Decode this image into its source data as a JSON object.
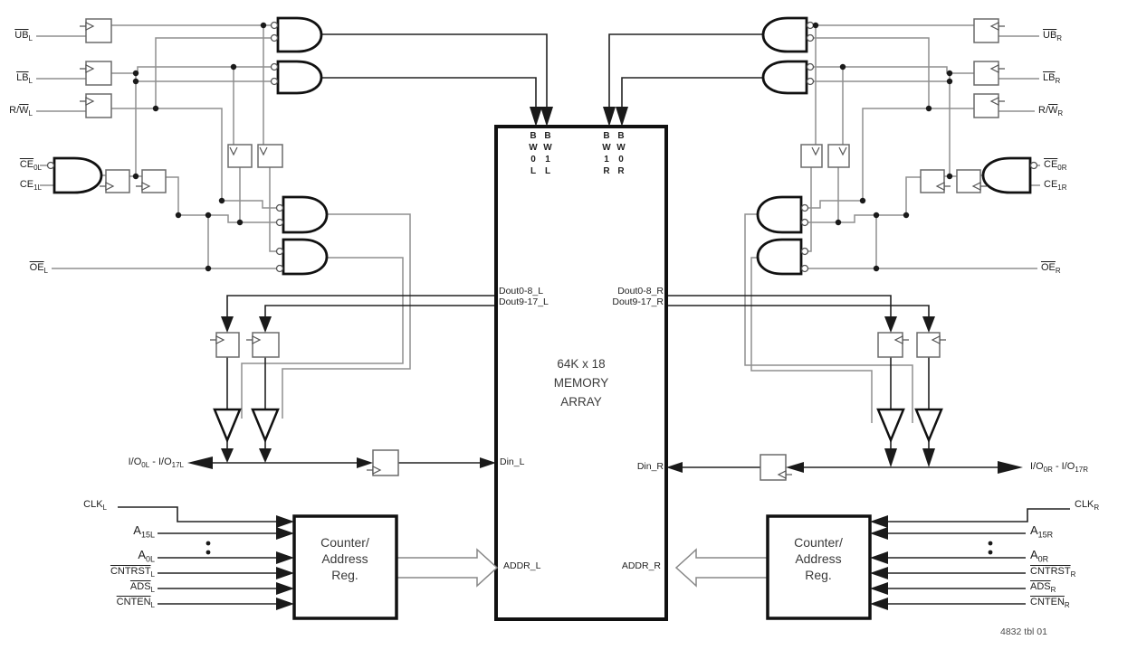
{
  "diagram": {
    "caption": "4832 tbl 01",
    "colors": {
      "wire_gray": "#8f8f8f",
      "line_dark": "#222222",
      "block_border": "#111111"
    },
    "memory": {
      "title": "64K x 18\nMEMORY\nARRAY",
      "ports": {
        "bw0l": "B W 0 L",
        "bw1l": "B W 1 L",
        "bw1r": "B W 1 R",
        "bw0r": "B W 0 R",
        "dout08_l": "Dout0-8_L",
        "dout917_l": "Dout9-17_L",
        "dout08_r": "Dout0-8_R",
        "dout917_r": "Dout9-17_R",
        "din_l": "Din_L",
        "din_r": "Din_R",
        "addr_l": "ADDR_L",
        "addr_r": "ADDR_R"
      }
    },
    "counter_left": {
      "label": "Counter/\nAddress\nReg."
    },
    "counter_right": {
      "label": "Counter/\nAddress\nReg."
    },
    "left": {
      "ub": {
        "ov": "UB",
        "sub": "L"
      },
      "lb": {
        "ov": "LB",
        "sub": "L"
      },
      "rw": {
        "pre": "R/",
        "ov": "W",
        "sub": "L"
      },
      "ce0": {
        "ov": "CE",
        "sub": "0L"
      },
      "ce1": {
        "pre": "CE",
        "sub": "1L"
      },
      "oe": {
        "ov": "OE",
        "sub": "L"
      },
      "io": {
        "p1": "I/O",
        "s1": "0L",
        "p2": " - I/O",
        "s2": "17L"
      },
      "clk": {
        "pre": "CLK",
        "sub": "L"
      },
      "a15": {
        "pre": "A",
        "sub": "15L"
      },
      "a0": {
        "pre": "A",
        "sub": "0L"
      },
      "cntrst": {
        "ov": "CNTRST",
        "sub": "L"
      },
      "ads": {
        "ov": "ADS",
        "sub": "L"
      },
      "cnten": {
        "ov": "CNTEN",
        "sub": "L"
      }
    },
    "right": {
      "ub": {
        "ov": "UB",
        "sub": "R"
      },
      "lb": {
        "ov": "LB",
        "sub": "R"
      },
      "rw": {
        "pre": "R/",
        "ov": "W",
        "sub": "R"
      },
      "ce0": {
        "ov": "CE",
        "sub": "0R"
      },
      "ce1": {
        "pre": "CE",
        "sub": "1R"
      },
      "oe": {
        "ov": "OE",
        "sub": "R"
      },
      "io": {
        "p1": "I/O",
        "s1": "0R",
        "p2": " - I/O",
        "s2": "17R"
      },
      "clk": {
        "pre": "CLK",
        "sub": "R"
      },
      "a15": {
        "pre": "A",
        "sub": "15R"
      },
      "a0": {
        "pre": "A",
        "sub": "0R"
      },
      "cntrst": {
        "ov": "CNTRST",
        "sub": "R"
      },
      "ads": {
        "ov": "ADS",
        "sub": "R"
      },
      "cnten": {
        "ov": "CNTEN",
        "sub": "R"
      }
    }
  }
}
